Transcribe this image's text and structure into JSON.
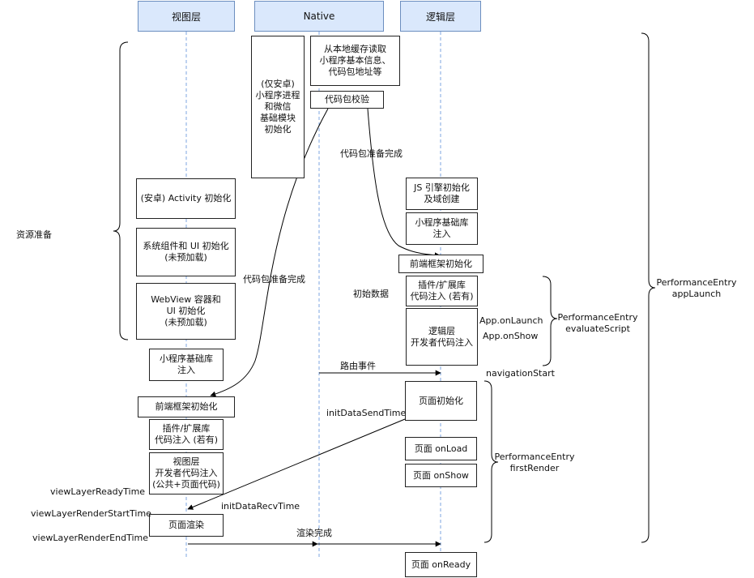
{
  "lanes": {
    "view": "视图层",
    "native": "Native",
    "logic": "逻辑层"
  },
  "native_boxes": {
    "init": "(仅安卓)\n小程序进程\n和微信\n基础模块\n初始化",
    "read_cache": "从本地缓存读取\n小程序基本信息、\n代码包地址等",
    "verify": "代码包校验"
  },
  "view_boxes": {
    "activity": "(安卓) Activity 初始化",
    "sys_ui": "系统组件和 UI 初始化\n(未预加载)",
    "webview": "WebView 容器和\nUI 初始化\n(未预加载)",
    "base_lib": "小程序基础库\n注入",
    "framework": "前端框架初始化",
    "plugin": "插件/扩展库\n代码注入 (若有)",
    "dev_code": "视图层\n开发者代码注入\n(公共+页面代码)",
    "render": "页面渲染"
  },
  "logic_boxes": {
    "js_engine": "JS 引擎初始化\n及域创建",
    "base_lib": "小程序基础库\n注入",
    "framework": "前端框架初始化",
    "plugin": "插件/扩展库\n代码注入 (若有)",
    "dev_code": "逻辑层\n开发者代码注入",
    "page_init": "页面初始化",
    "onload": "页面 onLoad",
    "onshow": "页面 onShow",
    "onready": "页面 onReady"
  },
  "labels": {
    "resource_prep": "资源准备",
    "pkg_ready_logic": "代码包准备完成",
    "pkg_ready_view": "代码包准备完成",
    "init_data": "初始数据",
    "route_event": "路由事件",
    "render_done": "渲染完成",
    "app_onlaunch": "App.onLaunch",
    "app_onshow": "App.onShow",
    "navigation_start": "navigationStart",
    "init_data_send": "initDataSendTime",
    "init_data_recv": "initDataRecvTime",
    "view_ready": "viewLayerReadyTime",
    "render_start": "viewLayerRenderStartTime",
    "render_end": "viewLayerRenderEndTime",
    "perf_eval": "PerformanceEntry\nevaluateScript",
    "perf_first_render": "PerformanceEntry\nfirstRender",
    "perf_app_launch": "PerformanceEntry\nappLaunch"
  },
  "colors": {
    "header_fill": "#dae8fc",
    "header_border": "#6c8ebf",
    "lifeline": "#7ea6e0",
    "line": "#000000"
  }
}
